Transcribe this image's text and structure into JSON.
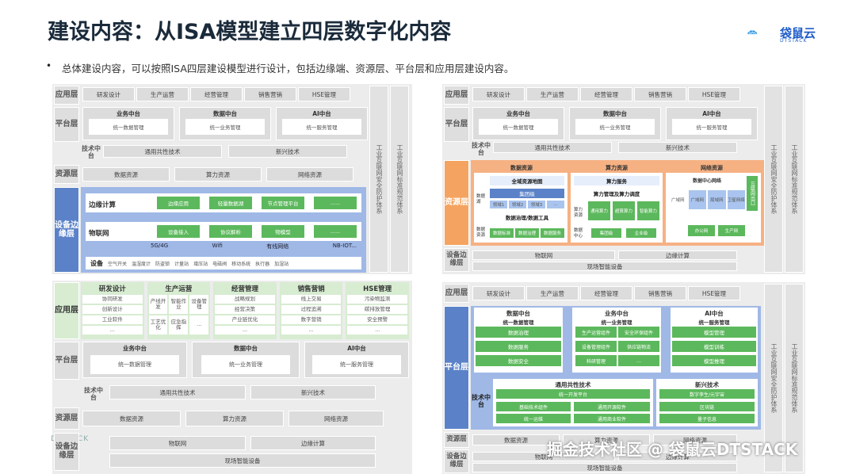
{
  "header": {
    "title": "建设内容：从ISA模型建立四层数字化内容",
    "subtitle": "总体建设内容，可以按照ISA四层建设模型进行设计，包括边缘端、资源层、平台层和应用层建设内容。",
    "brand": "袋鼠云",
    "brand_sub": "DTSTACK",
    "brand_color": "#1e5cc8"
  },
  "layers": {
    "app": "应用层",
    "platform": "平台层",
    "tech": "技术中台",
    "resource": "资源层",
    "device": "设备边缘层"
  },
  "apps": [
    "研发设计",
    "生产运营",
    "经营管理",
    "销售营销",
    "HSE管理"
  ],
  "platforms": [
    {
      "name": "业务中台",
      "item": "统一数据管理"
    },
    {
      "name": "数据中台",
      "item": "统一业务管理"
    },
    {
      "name": "AI中台",
      "item": "统一服务管理"
    }
  ],
  "tech": [
    "通用共性技术",
    "新兴技术"
  ],
  "resources": [
    "数据资源",
    "算力资源",
    "网络资源"
  ],
  "edge": [
    "物联网",
    "边缘计算"
  ],
  "edge_device": "现场智能设备",
  "side": {
    "security": "工业互联网安全防护体系",
    "standard": "工业互联网标准规范体系"
  },
  "edgebox": {
    "edge_computing": "边缘计算",
    "edge_items": [
      "边缘应用",
      "轻量数据湖",
      "节点管理平台",
      "......"
    ],
    "iot": "物联网",
    "iot_items": [
      "设备接入",
      "协议解析",
      "物模型",
      "......"
    ],
    "net": [
      "5G/4G",
      "Wifi",
      "有线网络",
      "NB-IOT..."
    ],
    "device": "设备",
    "devices": [
      "空气开关",
      "温湿度计",
      "防盗锁",
      "计量站",
      "增压站",
      "电磁阀",
      "移动系统",
      "执行器",
      "加湿站"
    ]
  },
  "resbox": {
    "titles": [
      "数据资源",
      "算力资源",
      "网络资源"
    ],
    "data": {
      "a": "全域资源地图",
      "b": "集团级",
      "c": [
        "领域1",
        "领域2",
        "领域3",
        "..."
      ],
      "d": "数据治理/数据工具",
      "e": [
        "数据标准",
        "数据治理",
        "数据服务"
      ],
      "side": [
        "数据湖",
        "数据资源"
      ]
    },
    "compute": {
      "a": "算力服务",
      "b": "算力管理及算力调度",
      "c": [
        "通用算力",
        "超算算力",
        "智能算力"
      ],
      "d": [
        "数据中心",
        "集团级",
        "企业级"
      ],
      "side": [
        "算力资源"
      ]
    },
    "network": {
      "a": "数据中心网络",
      "b": [
        "广域网",
        "广域网",
        "局域网",
        "卫星网络"
      ],
      "c": [
        "办公网",
        "生产网"
      ],
      "d": "互联网出口"
    }
  },
  "greenapps": [
    {
      "name": "研发设计",
      "items": [
        "协同研发",
        "创新设计",
        "工业软件",
        "..."
      ]
    },
    {
      "name": "生产运营",
      "items": [
        "产线开发",
        "智能作业",
        "设备管理",
        "工艺优化",
        "应急指挥",
        "..."
      ]
    },
    {
      "name": "经营管理",
      "items": [
        "战略规划",
        "经营决策",
        "产业链优化",
        "..."
      ]
    },
    {
      "name": "销售营销",
      "items": [
        "线上交易",
        "过程追溯",
        "数字营销",
        "..."
      ]
    },
    {
      "name": "HSE管理",
      "items": [
        "污染物监测",
        "碳排放管理",
        "安全预警",
        "..."
      ]
    }
  ],
  "platbox": {
    "data": {
      "name": "数据中台",
      "sub": "统一数据管理",
      "items": [
        "数据治理",
        "数据服务",
        "数据安全"
      ]
    },
    "biz": {
      "name": "业务中台",
      "sub": "统一业务管理",
      "items": [
        "生产运营组件",
        "安全环保组件",
        "设备管理组件",
        "供应链物流",
        "科研管理",
        "..."
      ]
    },
    "ai": {
      "name": "AI中台",
      "sub": "统一服务管理",
      "items": [
        "模型管理",
        "模型训练",
        "模型推理"
      ]
    },
    "common": {
      "name": "通用共性技术",
      "items": [
        "统一开发平台",
        "基础技术组件",
        "通用开源软件",
        "统一运维",
        "通用商业软件"
      ]
    },
    "emerging": {
      "name": "新兴技术",
      "items": [
        "数字孪生/元宇宙",
        "区块链",
        "量子信息"
      ]
    }
  },
  "watermark": "掘金技术社区 @ 袋鼠云DTSTACK",
  "ghost": "DTSTACK"
}
